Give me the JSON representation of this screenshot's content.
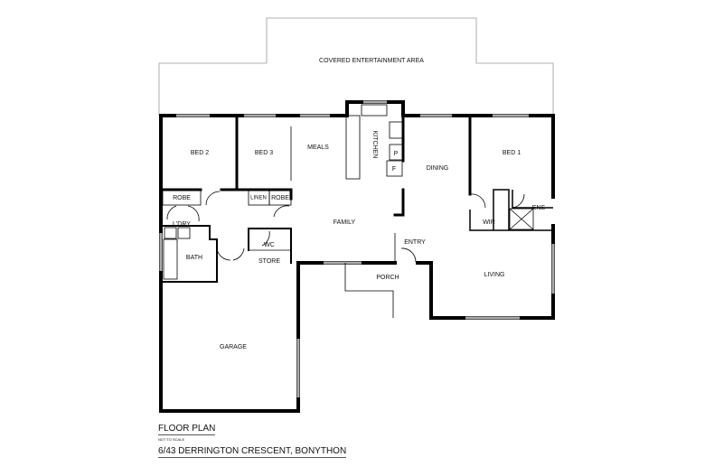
{
  "plan": {
    "title": "FLOOR PLAN",
    "scale_note": "NOT TO SCALE",
    "address": "6/43 DERRINGTON CRESCENT, BONYTHON"
  },
  "rooms": {
    "covered": "COVERED ENTERTAINMENT AREA",
    "bed2": "BED 2",
    "bed3": "BED 3",
    "meals": "MEALS",
    "kitchen": "KITCHEN",
    "pantry": "P",
    "fridge": "F",
    "dining": "DINING",
    "bed1": "BED 1",
    "robe1": "ROBE",
    "linen": "LINEN",
    "robe2": "ROBE",
    "laundry": "L'DRY",
    "family": "FAMILY",
    "wir": "WIR",
    "ens": "ENS",
    "wc": "WC",
    "bath": "BATH",
    "store": "STORE",
    "entry": "ENTRY",
    "porch": "PORCH",
    "living": "LIVING",
    "garage": "GARAGE"
  },
  "colors": {
    "wall": "#000000",
    "window": "#aaaaaa",
    "outline": "#999999"
  }
}
